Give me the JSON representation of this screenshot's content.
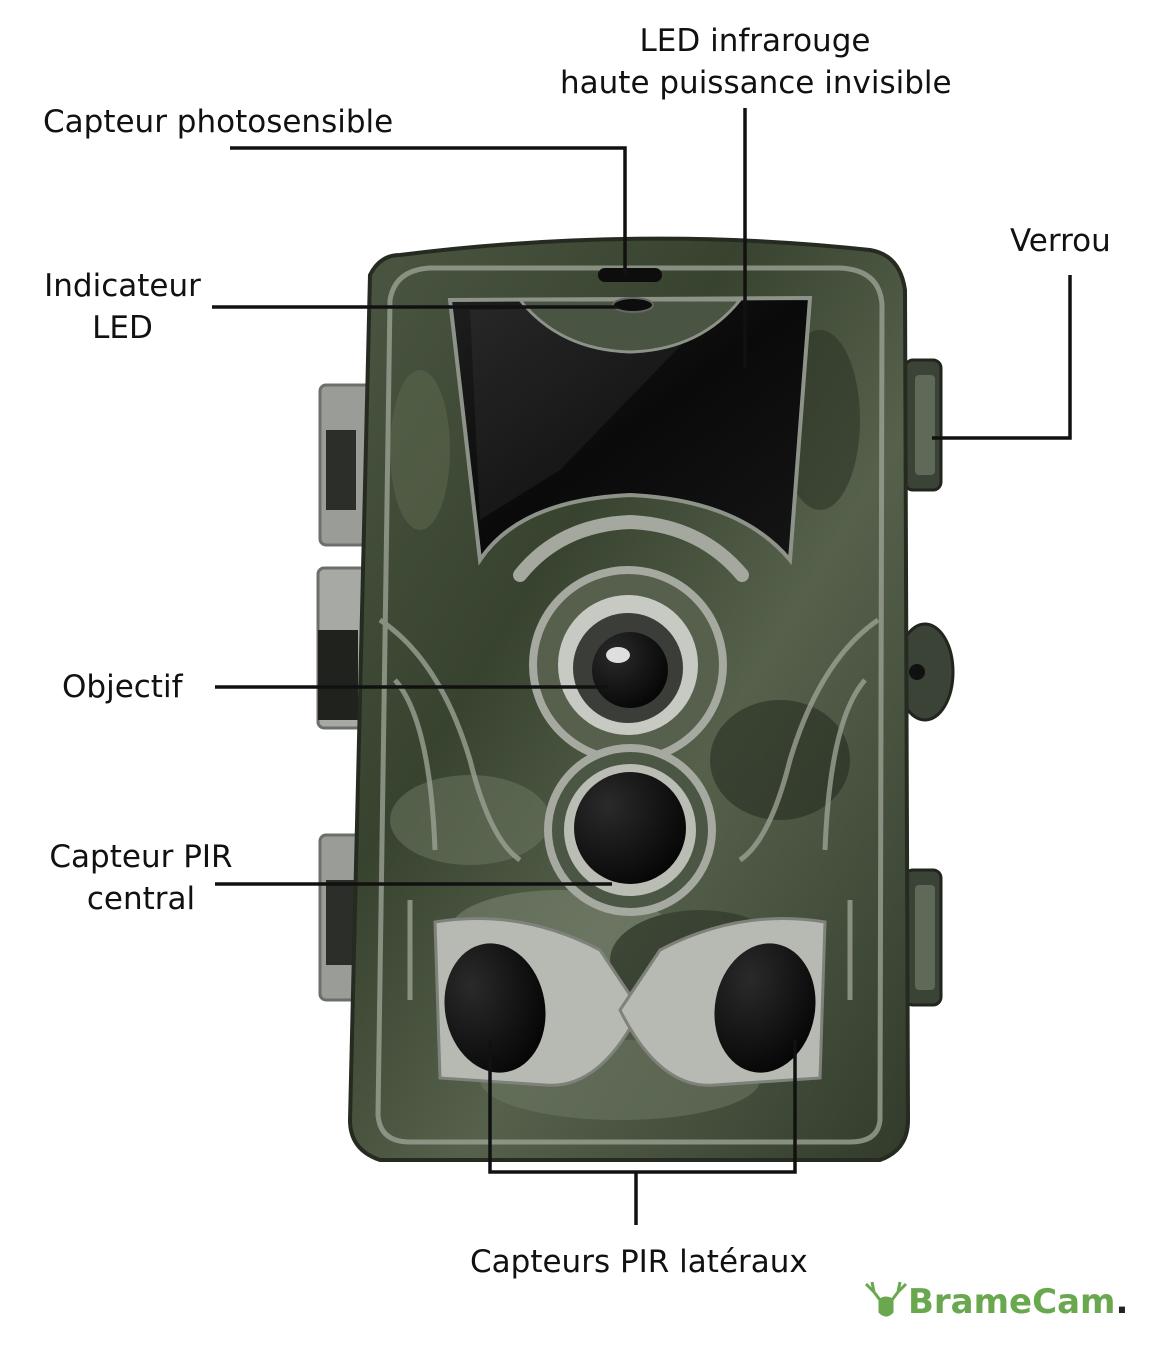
{
  "labels": {
    "led_ir_line1": "LED infrarouge",
    "led_ir_line2": "haute puissance invisible",
    "photosensor": "Capteur photosensible",
    "led_indicator_line1": "Indicateur",
    "led_indicator_line2": "LED",
    "lock": "Verrou",
    "lens": "Objectif",
    "pir_central_line1": "Capteur PIR",
    "pir_central_line2": "central",
    "pir_side": "Capteurs PIR latéraux"
  },
  "logo": {
    "part1": "Brame",
    "part2": "Cam",
    "dot": ".",
    "icon": "deer-antler-icon"
  },
  "colors": {
    "camo_dark": "#2f3a2c",
    "camo_mid": "#4d5a45",
    "camo_light": "#8c9684",
    "frame_grey": "#a9aca6",
    "lens_black": "#0b0b0b",
    "brand_green": "#6aa84f"
  }
}
